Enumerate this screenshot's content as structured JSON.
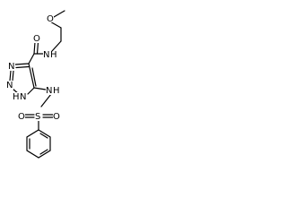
{
  "molecule": {
    "atoms": {
      "methoxy_o": "O",
      "amide_o": "O",
      "amide_n": "N",
      "amide_h": "H",
      "triazole_n3": "N",
      "triazole_n2": "N",
      "triazole_n1": "N",
      "triazole_h": "H",
      "sulfonamide_n": "N",
      "sulfonamide_h": "H",
      "sulfur": "S",
      "sulfonyl_o_left": "O",
      "sulfonyl_o_right": "O"
    }
  }
}
